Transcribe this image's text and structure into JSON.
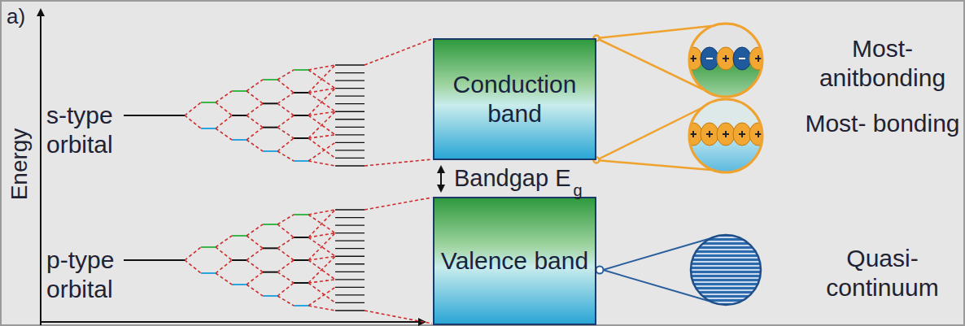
{
  "diagram": {
    "nodes": [
      {
        "text": [
          "Conduction band"
        ]
      },
      {
        "text": [
          "Valence band"
        ]
      }
    ],
    "labels": [
      "a)",
      "Energy",
      "s-type orbital",
      "p-type orbital",
      "Bandgap E",
      "g",
      "Most- anitbonding",
      "Most- bonding",
      "Quasi- continuum"
    ]
  }
}
